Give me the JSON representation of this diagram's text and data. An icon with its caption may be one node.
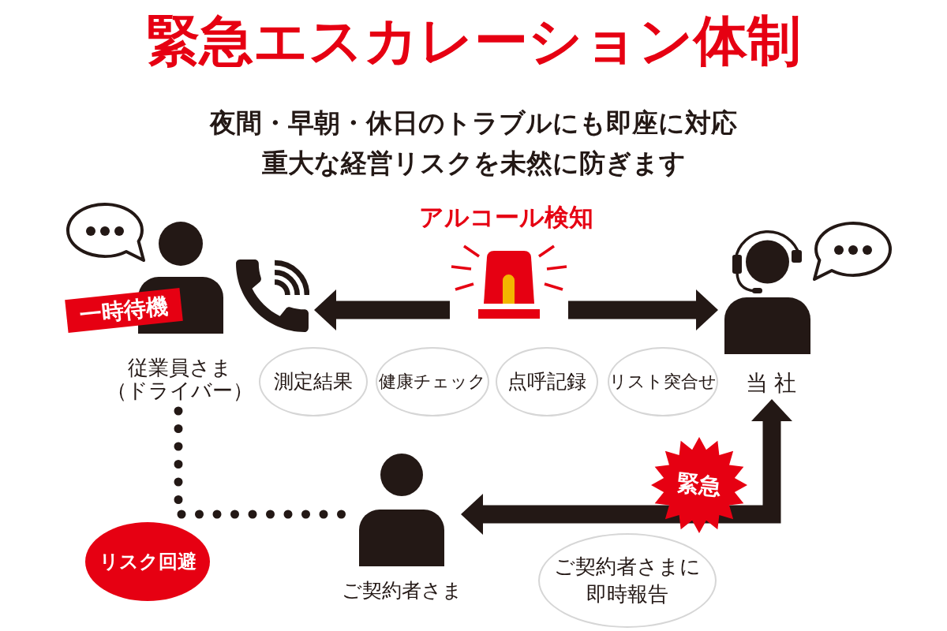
{
  "diagram": {
    "title": "緊急エスカレーション体制",
    "nodes": [
      {
        "text": [
          "従業員さま（ドライバー）"
        ]
      },
      {
        "text": [
          "一時待機"
        ],
        "in": 0
      },
      {
        "text": [],
        "shape": "picture",
        "beside": [
          "アルコール検知"
        ]
      },
      {
        "text": [
          "当 社"
        ]
      },
      {
        "text": [
          "測定結果"
        ]
      },
      {
        "text": [
          "健康チェック"
        ]
      },
      {
        "text": [
          "点呼記録"
        ]
      },
      {
        "text": [
          "リスト突合せ"
        ]
      },
      {
        "text": [
          "ご契約者さま"
        ]
      },
      {
        "text": [
          "ご契約者さまに即時報告"
        ]
      },
      {
        "text": [
          "リスク回避"
        ]
      }
    ],
    "edges": [
      {
        "from": 2,
        "to": 0,
        "arrow": "to"
      },
      {
        "from": 2,
        "to": 3,
        "arrow": "to"
      },
      {
        "from": 3,
        "to": 8,
        "arrow": "both",
        "label": "緊急"
      },
      {
        "from": 0,
        "to": 8,
        "arrow": "none",
        "style": "dashed"
      }
    ],
    "labels": [
      "夜間・早朝・休日のトラブルにも即座に対応",
      "重大な経営リスクを未然に防ぎます"
    ]
  }
}
